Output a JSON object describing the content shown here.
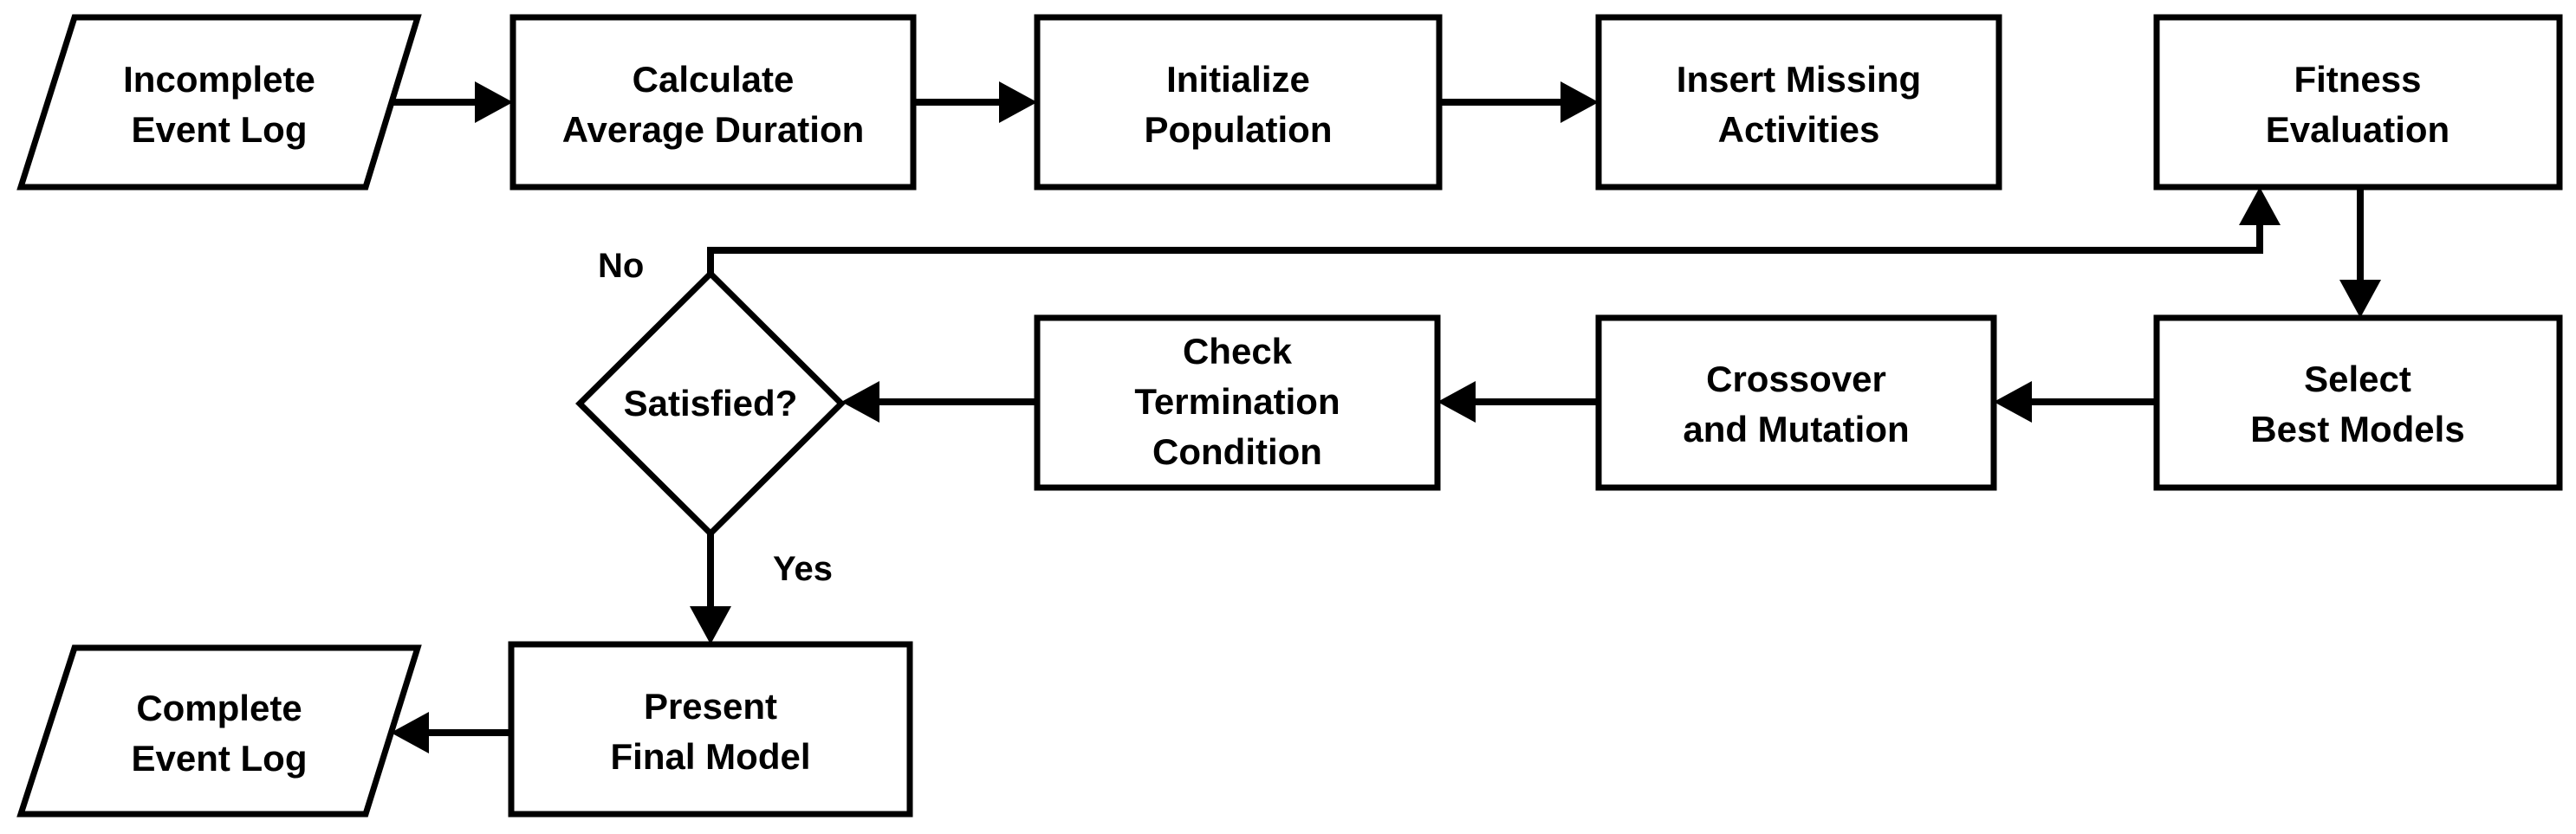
{
  "nodes": {
    "incomplete_log": [
      "Incomplete",
      "Event Log"
    ],
    "avg_duration": [
      "Calculate",
      "Average Duration"
    ],
    "init_population": [
      "Initialize",
      "Population"
    ],
    "insert_missing": [
      "Insert Missing",
      "Activities"
    ],
    "fitness_eval": [
      "Fitness",
      "Evaluation"
    ],
    "select_best": [
      "Select",
      "Best Models"
    ],
    "crossover_mutation": [
      "Crossover",
      "and Mutation"
    ],
    "check_termination": [
      "Check",
      "Termination",
      "Condition"
    ],
    "satisfied": [
      "Satisfied?"
    ],
    "present_final": [
      "Present",
      "Final Model"
    ],
    "complete_log": [
      "Complete",
      "Event Log"
    ]
  },
  "edge_labels": {
    "no": "No",
    "yes": "Yes"
  },
  "colors": {
    "stroke": "#000000",
    "fill": "#ffffff",
    "text": "#000000"
  }
}
